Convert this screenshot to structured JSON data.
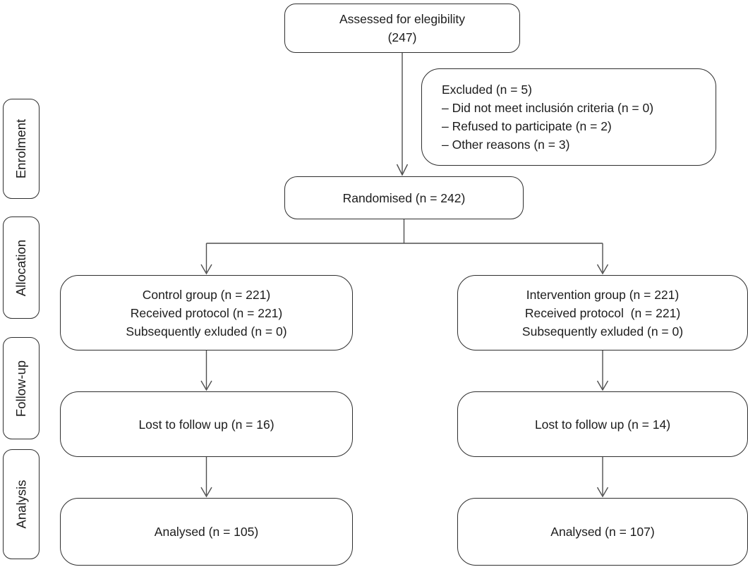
{
  "diagram": {
    "type": "consort-flow",
    "colors": {
      "border": "#2e2e2e",
      "connector": "#4f4f4f",
      "background": "#ffffff",
      "text": "#1c1c1c"
    },
    "stages": [
      {
        "label": "Enrolment"
      },
      {
        "label": "Allocation"
      },
      {
        "label": "Follow-up"
      },
      {
        "label": "Analysis"
      }
    ],
    "boxes": {
      "assessed": {
        "line1": "Assessed for elegibility",
        "line2": "(247)"
      },
      "excluded": {
        "title": "Excluded (n = 5)",
        "items": [
          "– Did not meet inclusión criteria (n = 0)",
          "– Refused to participate (n = 2)",
          "– Other reasons (n = 3)"
        ]
      },
      "randomised": {
        "label": "Randomised (n = 242)"
      },
      "control": {
        "lines": [
          "Control group (n = 221)",
          "Received protocol (n = 221)",
          "Subsequently exluded (n = 0)"
        ]
      },
      "intervention": {
        "lines": [
          "Intervention group (n = 221)",
          "Received protocol  (n = 221)",
          "Subsequently exluded (n = 0)"
        ]
      },
      "lost_control": {
        "label": "Lost to follow up (n = 16)"
      },
      "lost_intervention": {
        "label": "Lost to follow up (n = 14)"
      },
      "analysed_control": {
        "label": "Analysed (n = 105)"
      },
      "analysed_intervention": {
        "label": "Analysed (n = 107)"
      }
    }
  }
}
